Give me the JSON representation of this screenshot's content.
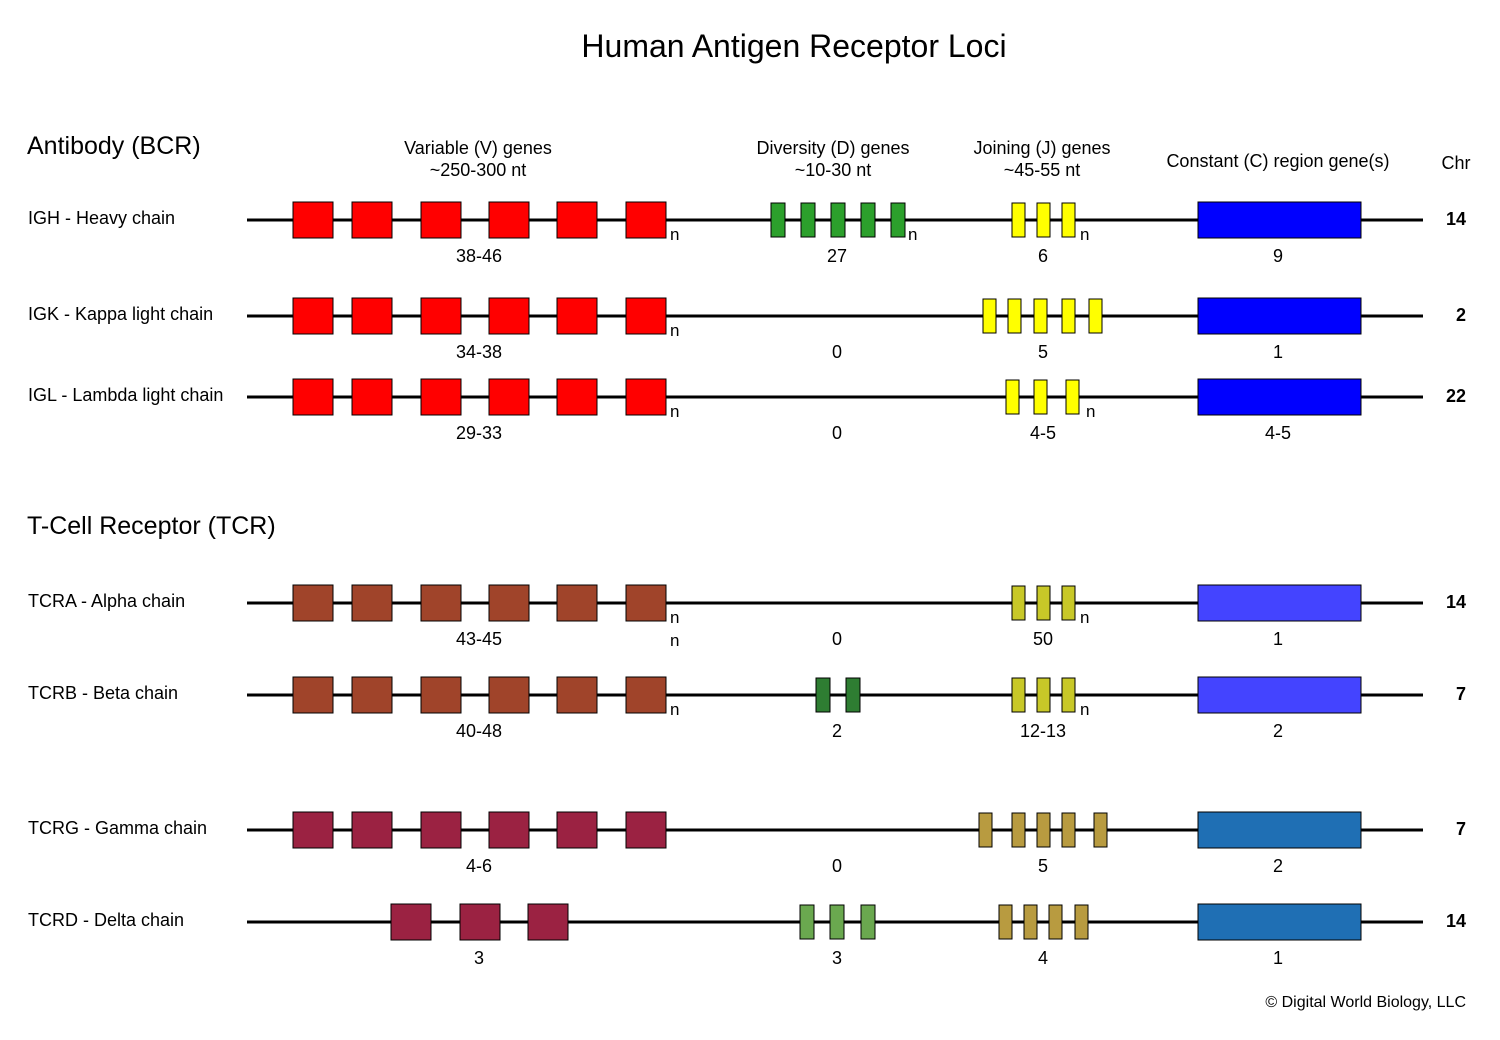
{
  "title": "Human Antigen Receptor Loci",
  "sections": {
    "antibody": "Antibody (BCR)",
    "tcr": "T-Cell Receptor (TCR)"
  },
  "columns": {
    "v": [
      "Variable (V) genes",
      "~250-300 nt"
    ],
    "d": [
      "Diversity (D) genes",
      "~10-30 nt"
    ],
    "j": [
      "Joining (J) genes",
      "~45-55 nt"
    ],
    "c": "Constant (C) region gene(s)",
    "chr": "Chr"
  },
  "n_marker": "n",
  "colors": {
    "bcr_v": "#ff0000",
    "bcr_d": "#2ca02c",
    "bcr_j": "#ffff00",
    "bcr_c": "#0000ff",
    "tcr_ab_v": "#a0442a",
    "tcr_ab_d": "#2e7d32",
    "tcr_ab_j": "#c8c828",
    "tcr_ab_c": "#4444ff",
    "tcr_gd_v": "#9b2242",
    "tcr_gd_d": "#6aa84f",
    "tcr_gd_j": "#b89b40",
    "tcr_gd_c": "#1f6fb4"
  },
  "loci": [
    {
      "id": "igh",
      "label": "IGH - Heavy chain",
      "chr": "14",
      "v_count": "38-46",
      "d_count": "27",
      "j_count": "6",
      "c_count": "9",
      "v_genes": 6,
      "d_genes": 5,
      "j_genes": 3,
      "v_n": true,
      "d_n": true,
      "j_n": true
    },
    {
      "id": "igk",
      "label": "IGK - Kappa light chain",
      "chr": "2",
      "v_count": "34-38",
      "d_count": "0",
      "j_count": "5",
      "c_count": "1",
      "v_genes": 6,
      "d_genes": 0,
      "j_genes": 5,
      "v_n": true,
      "d_n": false,
      "j_n": false
    },
    {
      "id": "igl",
      "label": "IGL - Lambda light chain",
      "chr": "22",
      "v_count": "29-33",
      "d_count": "0",
      "j_count": "4-5",
      "c_count": "4-5",
      "v_genes": 6,
      "d_genes": 0,
      "j_genes": 3,
      "v_n": true,
      "d_n": false,
      "j_n": true
    },
    {
      "id": "tcra",
      "label": "TCRA - Alpha chain",
      "chr": "14",
      "v_count": "43-45",
      "d_count": "0",
      "j_count": "50",
      "c_count": "1",
      "v_genes": 6,
      "d_genes": 0,
      "j_genes": 3,
      "v_n": true,
      "d_n": false,
      "j_n": true
    },
    {
      "id": "tcrb",
      "label": "TCRB - Beta chain",
      "chr": "7",
      "v_count": "40-48",
      "d_count": "2",
      "j_count": "12-13",
      "c_count": "2",
      "v_genes": 6,
      "d_genes": 2,
      "j_genes": 3,
      "v_n": true,
      "d_n": false,
      "j_n": true
    },
    {
      "id": "tcrg",
      "label": "TCRG - Gamma chain",
      "chr": "7",
      "v_count": "4-6",
      "d_count": "0",
      "j_count": "5",
      "c_count": "2",
      "v_genes": 6,
      "d_genes": 0,
      "j_genes": 5,
      "v_n": false,
      "d_n": false,
      "j_n": false
    },
    {
      "id": "tcrd",
      "label": "TCRD - Delta chain",
      "chr": "14",
      "v_count": "3",
      "d_count": "3",
      "j_count": "4",
      "c_count": "1",
      "v_genes": 3,
      "d_genes": 3,
      "j_genes": 4,
      "v_n": false,
      "d_n": false,
      "j_n": false
    }
  ],
  "copyright": "© Digital World Biology, LLC"
}
